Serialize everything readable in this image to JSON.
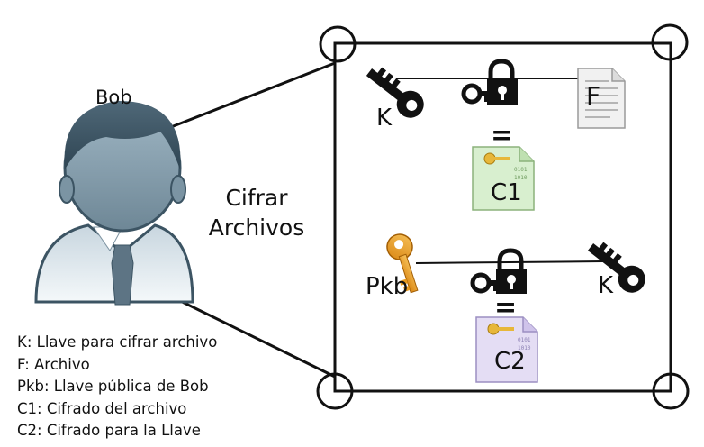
{
  "actor": {
    "name": "Bob"
  },
  "process": {
    "line1": "Cifrar",
    "line2": "Archivos"
  },
  "top_row": {
    "key_label": "K",
    "file_label": "F",
    "equals": "=",
    "result_label": "C1"
  },
  "bottom_row": {
    "pubkey_label": "Pkb",
    "key_label": "K",
    "equals": "=",
    "result_label": "C2"
  },
  "legend": [
    "K: Llave para cifrar archivo",
    "F: Archivo",
    "Pkb: Llave pública de Bob",
    "C1: Cifrado del archivo",
    "C2: Cifrado para la Llave"
  ],
  "colors": {
    "key_black": "#111111",
    "key_gold": "#e89a1f",
    "doc_green": "#d8efcf",
    "doc_purple": "#e4ddf4",
    "user_shirt": "#dfe8ee",
    "user_tie": "#5d7484",
    "user_head": "#8aa3b2"
  },
  "icons": [
    "user-icon",
    "key-icon",
    "padlock-key-icon",
    "document-icon",
    "encrypted-document-icon",
    "gold-key-icon"
  ]
}
